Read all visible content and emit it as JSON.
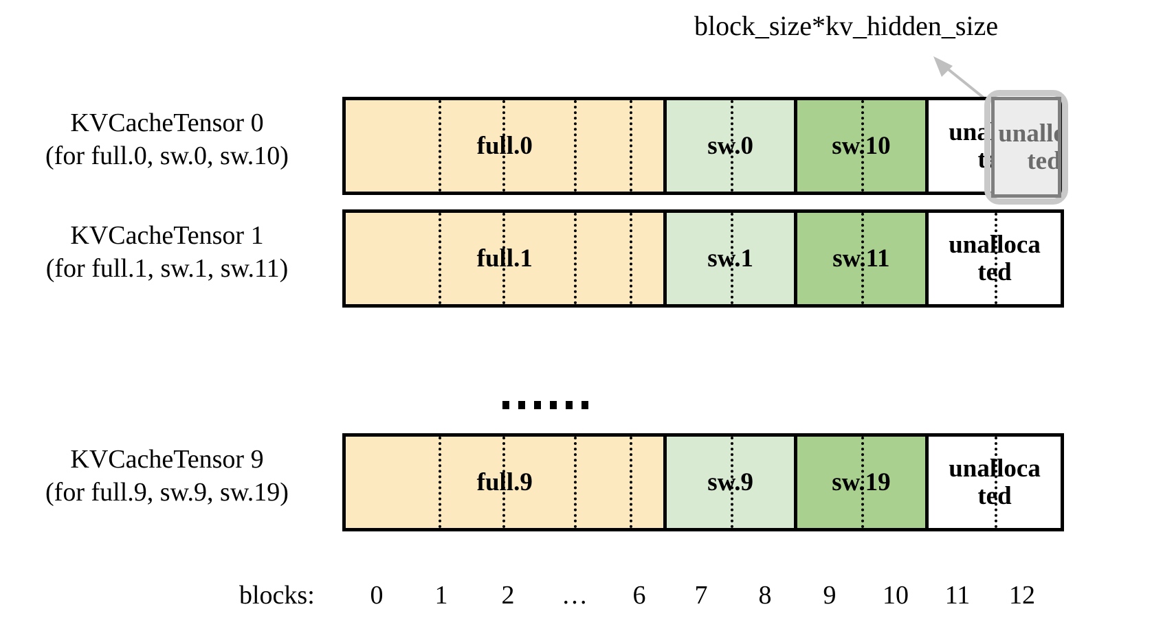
{
  "callout": {
    "text": "block_size*kv_hidden_size",
    "arrow_icon": "arrow-up-left-icon",
    "arrow_color": "#bfbfbf"
  },
  "colors": {
    "full_fill": "#fce9c0",
    "sw_fill": "#d9ead3",
    "sw2_fill": "#a9d08e",
    "unallocated_fill": "#ffffff",
    "highlight_border": "#c9c9c9",
    "highlight_fill": "#ececec",
    "highlight_text": "#6b6b6b",
    "outline": "#000000"
  },
  "rows": [
    {
      "id": "tensor-0",
      "label_line1": "KVCacheTensor 0",
      "label_line2": "(for full.0, sw.0, sw.10)",
      "segments": [
        {
          "name": "full-segment",
          "label": "full.0",
          "kind": "full"
        },
        {
          "name": "sw-segment",
          "label": "sw.0",
          "kind": "sw"
        },
        {
          "name": "sw-second-segment",
          "label": "sw.10",
          "kind": "sw2"
        },
        {
          "name": "unallocated-segment",
          "label": "unalloca ted",
          "kind": "unallocated"
        }
      ],
      "highlighted_block": "11",
      "highlight_label": "unalloca ted"
    },
    {
      "id": "tensor-1",
      "label_line1": "KVCacheTensor 1",
      "label_line2": "(for full.1, sw.1, sw.11)",
      "segments": [
        {
          "name": "full-segment",
          "label": "full.1",
          "kind": "full"
        },
        {
          "name": "sw-segment",
          "label": "sw.1",
          "kind": "sw"
        },
        {
          "name": "sw-second-segment",
          "label": "sw.11",
          "kind": "sw2"
        },
        {
          "name": "unallocated-segment",
          "label": "unalloca ted",
          "kind": "unallocated"
        }
      ]
    },
    {
      "id": "tensor-9",
      "label_line1": "KVCacheTensor 9",
      "label_line2": "(for full.9, sw.9, sw.19)",
      "segments": [
        {
          "name": "full-segment",
          "label": "full.9",
          "kind": "full"
        },
        {
          "name": "sw-segment",
          "label": "sw.9",
          "kind": "sw"
        },
        {
          "name": "sw-second-segment",
          "label": "sw.19",
          "kind": "sw2"
        },
        {
          "name": "unallocated-segment",
          "label": "unalloca ted",
          "kind": "unallocated"
        }
      ]
    }
  ],
  "ellipsis": {
    "dot_count": 6,
    "meaning": "rows-continue"
  },
  "axis": {
    "title": "blocks:",
    "ticks": [
      "0",
      "1",
      "2",
      "…",
      "6",
      "7",
      "8",
      "9",
      "10",
      "11",
      "12"
    ],
    "tick_x": [
      548,
      642,
      739,
      836,
      930,
      1020,
      1113,
      1207,
      1303,
      1393,
      1487
    ]
  }
}
